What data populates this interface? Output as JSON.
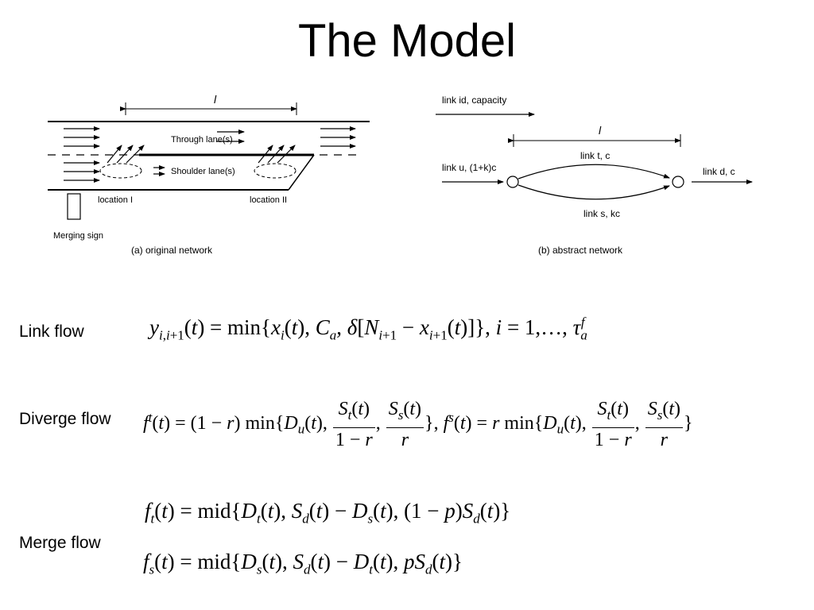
{
  "title": "The Model",
  "figure_a": {
    "length_label": "l",
    "through_lanes": "Through lane(s)",
    "shoulder_lanes": "Shoulder lane(s)",
    "location_1": "location I",
    "location_2": "location II",
    "merging_sign": "Merging sign",
    "caption": "(a) original network"
  },
  "figure_b": {
    "legend": "link id, capacity",
    "length_label": "l",
    "link_u": "link u, (1+k)c",
    "link_t": "link t, c",
    "link_s": "link s, kc",
    "link_d": "link d, c",
    "caption": "(b) abstract network"
  },
  "labels": {
    "link_flow": "Link flow",
    "diverge_flow": "Diverge flow",
    "merge_flow": "Merge flow"
  }
}
